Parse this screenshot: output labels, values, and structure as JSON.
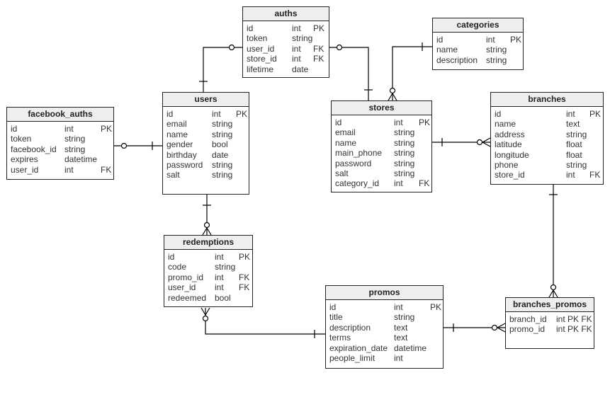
{
  "entities": {
    "auths": {
      "title": "auths",
      "rows": [
        {
          "name": "id",
          "type": "int",
          "key": "PK"
        },
        {
          "name": "token",
          "type": "string",
          "key": ""
        },
        {
          "name": "user_id",
          "type": "int",
          "key": "FK"
        },
        {
          "name": "store_id",
          "type": "int",
          "key": "FK"
        },
        {
          "name": "lifetime",
          "type": "date",
          "key": ""
        }
      ]
    },
    "categories": {
      "title": "categories",
      "rows": [
        {
          "name": "id",
          "type": "int",
          "key": "PK"
        },
        {
          "name": "name",
          "type": "string",
          "key": ""
        },
        {
          "name": "description",
          "type": "string",
          "key": ""
        }
      ]
    },
    "facebook_auths": {
      "title": "facebook_auths",
      "rows": [
        {
          "name": "id",
          "type": "int",
          "key": "PK"
        },
        {
          "name": "token",
          "type": "string",
          "key": ""
        },
        {
          "name": "facebook_id",
          "type": "string",
          "key": ""
        },
        {
          "name": "expires",
          "type": "datetime",
          "key": ""
        },
        {
          "name": "user_id",
          "type": "int",
          "key": "FK"
        }
      ]
    },
    "users": {
      "title": "users",
      "rows": [
        {
          "name": "id",
          "type": "int",
          "key": "PK"
        },
        {
          "name": "email",
          "type": "string",
          "key": ""
        },
        {
          "name": "name",
          "type": "string",
          "key": ""
        },
        {
          "name": "gender",
          "type": "bool",
          "key": ""
        },
        {
          "name": "birthday",
          "type": "date",
          "key": ""
        },
        {
          "name": "password",
          "type": "string",
          "key": ""
        },
        {
          "name": "salt",
          "type": "string",
          "key": ""
        }
      ]
    },
    "stores": {
      "title": "stores",
      "rows": [
        {
          "name": "id",
          "type": "int",
          "key": "PK"
        },
        {
          "name": "email",
          "type": "string",
          "key": ""
        },
        {
          "name": "name",
          "type": "string",
          "key": ""
        },
        {
          "name": "main_phone",
          "type": "string",
          "key": ""
        },
        {
          "name": "password",
          "type": "string",
          "key": ""
        },
        {
          "name": "salt",
          "type": "string",
          "key": ""
        },
        {
          "name": "category_id",
          "type": "int",
          "key": "FK"
        }
      ]
    },
    "branches": {
      "title": "branches",
      "rows": [
        {
          "name": "id",
          "type": "int",
          "key": "PK"
        },
        {
          "name": "name",
          "type": "text",
          "key": ""
        },
        {
          "name": "address",
          "type": "string",
          "key": ""
        },
        {
          "name": "latitude",
          "type": "float",
          "key": ""
        },
        {
          "name": "longitude",
          "type": "float",
          "key": ""
        },
        {
          "name": "phone",
          "type": "string",
          "key": ""
        },
        {
          "name": "store_id",
          "type": "int",
          "key": "FK"
        }
      ]
    },
    "redemptions": {
      "title": "redemptions",
      "rows": [
        {
          "name": "id",
          "type": "int",
          "key": "PK"
        },
        {
          "name": "code",
          "type": "string",
          "key": ""
        },
        {
          "name": "promo_id",
          "type": "int",
          "key": "FK"
        },
        {
          "name": "user_id",
          "type": "int",
          "key": "FK"
        },
        {
          "name": "redeemed",
          "type": "bool",
          "key": ""
        }
      ]
    },
    "promos": {
      "title": "promos",
      "rows": [
        {
          "name": "id",
          "type": "int",
          "key": "PK"
        },
        {
          "name": "title",
          "type": "string",
          "key": ""
        },
        {
          "name": "description",
          "type": "text",
          "key": ""
        },
        {
          "name": "terms",
          "type": "text",
          "key": ""
        },
        {
          "name": "expiration_date",
          "type": "datetime",
          "key": ""
        },
        {
          "name": "people_limit",
          "type": "int",
          "key": ""
        }
      ]
    },
    "branches_promos": {
      "title": "branches_promos",
      "rows": [
        {
          "name": "branch_id",
          "type": "int PK FK",
          "key": ""
        },
        {
          "name": "promo_id",
          "type": "int PK FK",
          "key": ""
        }
      ]
    }
  },
  "relationships": [
    {
      "from": "users",
      "from_end": "one",
      "to": "auths",
      "to_end": "zero-or-one"
    },
    {
      "from": "stores",
      "from_end": "one",
      "to": "auths",
      "to_end": "zero-or-one"
    },
    {
      "from": "categories",
      "from_end": "one",
      "to": "stores",
      "to_end": "zero-or-many"
    },
    {
      "from": "users",
      "from_end": "one",
      "to": "facebook_auths",
      "to_end": "zero-or-one"
    },
    {
      "from": "stores",
      "from_end": "one",
      "to": "branches",
      "to_end": "zero-or-many"
    },
    {
      "from": "users",
      "from_end": "one",
      "to": "redemptions",
      "to_end": "zero-or-many"
    },
    {
      "from": "promos",
      "from_end": "one",
      "to": "redemptions",
      "to_end": "zero-or-many"
    },
    {
      "from": "promos",
      "from_end": "one",
      "to": "branches_promos",
      "to_end": "zero-or-many"
    },
    {
      "from": "branches",
      "from_end": "one",
      "to": "branches_promos",
      "to_end": "zero-or-many"
    }
  ]
}
